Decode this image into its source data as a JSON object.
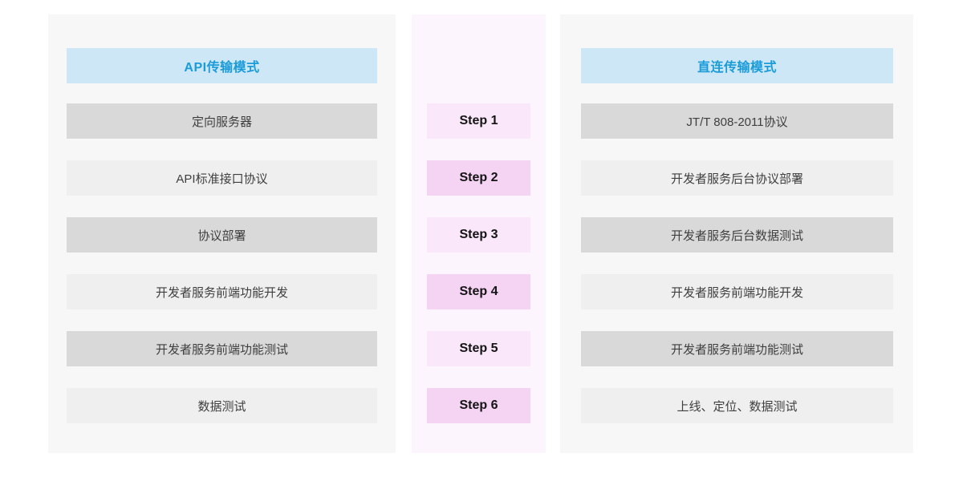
{
  "left_panel": {
    "header": "API传输模式",
    "rows": [
      "定向服务器",
      "API标准接口协议",
      "协议部署",
      "开发者服务前端功能开发",
      "开发者服务前端功能测试",
      "数据测试"
    ]
  },
  "steps": {
    "items": [
      "Step 1",
      "Step 2",
      "Step 3",
      "Step 4",
      "Step 5",
      "Step 6"
    ]
  },
  "right_panel": {
    "header": "直连传输模式",
    "rows": [
      "JT/T 808-2011协议",
      "开发者服务后台协议部署",
      "开发者服务后台数据测试",
      "开发者服务前端功能开发",
      "开发者服务前端功能测试",
      "上线、定位、数据测试"
    ]
  },
  "colors": {
    "panel_bg": "#f7f7f7",
    "step_panel_bg": "#fdf5fd",
    "header_bg": "#cde7f6",
    "header_text": "#1b9cd8",
    "row_dark": "#d9d9d9",
    "row_light": "#efefef",
    "step_odd": "#fbe7fa",
    "step_even": "#f5d3f3",
    "row_text": "#3f3f3f",
    "step_text": "#141414"
  }
}
